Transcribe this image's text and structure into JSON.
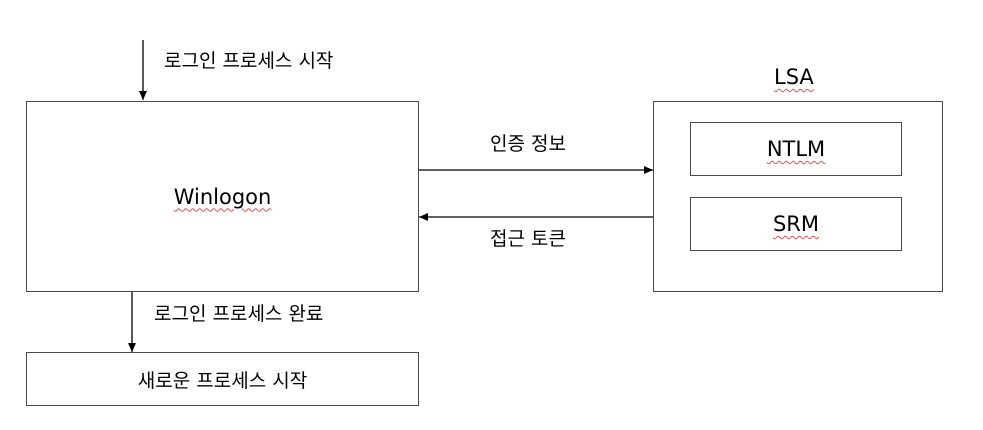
{
  "diagram": {
    "top_label": "로그인 프로세스 시작",
    "winlogon": "Winlogon",
    "lsa": {
      "title": "LSA",
      "items": [
        "NTLM",
        "SRM"
      ]
    },
    "arrow_right_label": "인증 정보",
    "arrow_left_label": "접근 토큰",
    "bottom_label": "로그인 프로세스 완료",
    "new_process": "새로운 프로세스 시작"
  }
}
